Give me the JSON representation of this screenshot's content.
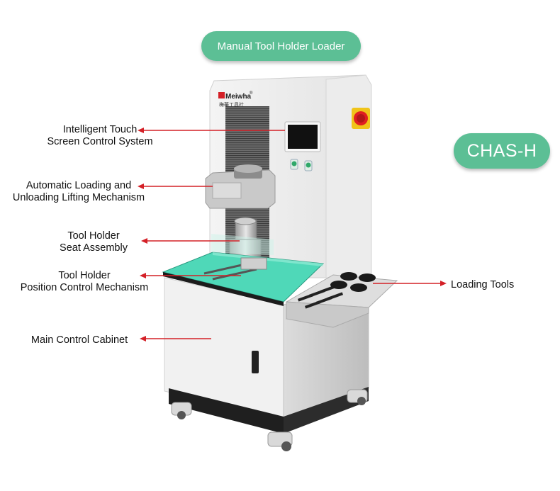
{
  "title": "Manual Tool Holder Loader",
  "model": "CHAS-H",
  "brand": {
    "name": "Meiwha",
    "mark": "®",
    "chinese": "梅華工具社"
  },
  "callouts": [
    {
      "line1": "Intelligent Touch",
      "line2": "Screen Control System"
    },
    {
      "line1": "Automatic Loading and",
      "line2": "Unloading Lifting Mechanism"
    },
    {
      "line1": "Tool Holder",
      "line2": "Seat Assembly"
    },
    {
      "line1": "Tool Holder",
      "line2": "Position Control Mechanism"
    },
    {
      "line1": "Main Control Cabinet",
      "line2": ""
    },
    {
      "line1": "Loading Tools",
      "line2": ""
    }
  ],
  "colors": {
    "accent": "#5cbf95",
    "arrow": "#d42027",
    "table": "#4fd8b8",
    "emergency": "#e02020"
  }
}
